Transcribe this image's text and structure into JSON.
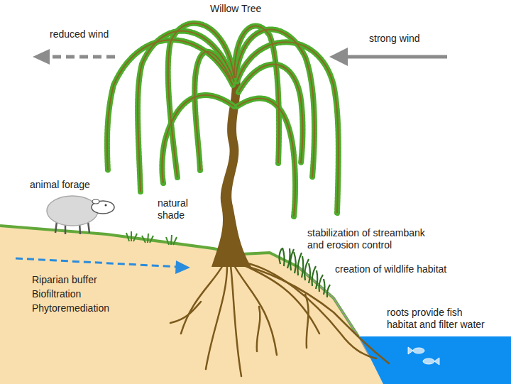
{
  "diagram": {
    "title": "Willow Tree",
    "labels": [
      "reduced wind",
      "strong wind",
      "animal forage",
      "natural shade",
      "Riparian buffer",
      "Biofiltration",
      "Phytoremediation",
      "stabilization of streambank and erosion control",
      "creation of wildlife habitat",
      "roots provide fish habitat and filter water"
    ]
  }
}
